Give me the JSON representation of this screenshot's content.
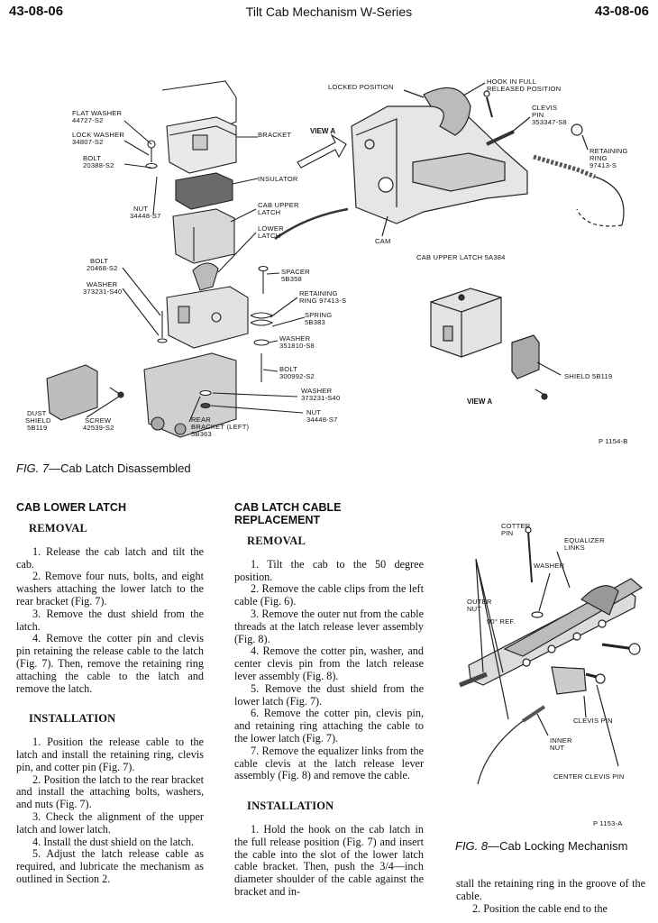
{
  "header": {
    "page_left": "43-08-06",
    "title": "Tilt Cab Mechanism   W-Series",
    "page_right": "43-08-06"
  },
  "fig7": {
    "labels": {
      "flat_washer": "FLAT WASHER",
      "flat_washer_pn": "44727-S2",
      "lock_washer": "LOCK WASHER",
      "lock_washer_pn": "34807-S2",
      "bolt1": "BOLT",
      "bolt1_pn": "20388-S2",
      "bracket": "BRACKET",
      "view_a": "VIEW A",
      "insulator": "INSULATOR",
      "nut1": "NUT",
      "nut1_pn": "34448-S7",
      "cab_upper_latch_1": "CAB UPPER",
      "cab_upper_latch_2": "LATCH",
      "lower_latch_1": "LOWER",
      "lower_latch_2": "LATCH",
      "bolt2": "BOLT",
      "bolt2_pn": "20468-S2",
      "washer1": "WASHER",
      "washer1_pn": "373231-S40",
      "spacer": "SPACER",
      "spacer_pn": "5B358",
      "retaining_ring": "RETAINING",
      "retaining_ring_pn": "RING 97413-S",
      "spring": "SPRING",
      "spring_pn": "5B383",
      "washer2": "WASHER",
      "washer2_pn": "351810-S8",
      "bolt3": "BOLT",
      "bolt3_pn": "300992-S2",
      "washer3": "WASHER",
      "washer3_pn": "373231-S40",
      "nut2": "NUT",
      "nut2_pn": "34448-S7",
      "dust_shield_1": "DUST",
      "dust_shield_2": "SHIELD",
      "dust_shield_pn": "5B119",
      "screw": "SCREW",
      "screw_pn": "42539-S2",
      "rear_bracket_1": "REAR",
      "rear_bracket_2": "BRACKET (LEFT)",
      "rear_bracket_pn": "5B363",
      "locked_position": "LOCKED POSITION",
      "hook_full_1": "HOOK IN FULL",
      "hook_full_2": "RELEASED POSITION",
      "clevis_pin": "CLEVIS",
      "clevis_pin_2": "PIN",
      "clevis_pin_pn": "353347-S8",
      "retaining_ring2": "RETAINING",
      "retaining_ring2_b": "RING",
      "retaining_ring2_pn": "97413-S",
      "cam": "CAM",
      "cab_upper_latch_5a384": "CAB UPPER LATCH 5A384",
      "shield_5b119": "SHIELD 5B119",
      "view_a_2": "VIEW A",
      "code": "P 1154-B"
    },
    "caption_prefix": "FIG. 7",
    "caption_text": "—Cab Latch Disassembled"
  },
  "fig8": {
    "labels": {
      "cotter_pin_1": "COTTER",
      "cotter_pin_2": "PIN",
      "equalizer_1": "EQUALIZER",
      "equalizer_2": "LINKS",
      "washer": "WASHER",
      "outer_nut_1": "OUTER",
      "outer_nut_2": "NUT",
      "ref_90": "90° REF.",
      "clevis_pin": "CLEVIS PIN",
      "inner_nut_1": "INNER",
      "inner_nut_2": "NUT",
      "center_clevis_pin": "CENTER CLEVIS PIN",
      "code": "P 1153-A"
    },
    "caption_prefix": "FIG. 8",
    "caption_text": "—Cab Locking Mechanism"
  },
  "col1": {
    "heading": "CAB LOWER LATCH",
    "removal": "REMOVAL",
    "removal_steps": [
      "1. Release the cab latch and tilt the cab.",
      "2. Remove four nuts, bolts, and eight washers attaching the lower latch to the rear bracket (Fig. 7).",
      "3. Remove the dust shield from the latch.",
      "4. Remove the cotter pin and clevis pin retaining the release cable to the latch (Fig. 7). Then, remove the retaining ring attaching the cable to the latch and remove the latch."
    ],
    "installation": "INSTALLATION",
    "installation_steps": [
      "1. Position the release cable to the latch and install the retaining ring, clevis pin, and cotter pin (Fig. 7).",
      "2. Position the latch to the rear bracket and install the attaching bolts, washers, and nuts (Fig. 7).",
      "3. Check the alignment of the upper latch and lower latch.",
      "4. Install the dust shield on the latch.",
      "5. Adjust the latch release cable as required, and lubricate the mechanism as outlined in Section 2."
    ]
  },
  "col2": {
    "heading_1": "CAB LATCH CABLE",
    "heading_2": "REPLACEMENT",
    "removal": "REMOVAL",
    "removal_steps": [
      "1. Tilt the cab to the 50 degree position.",
      "2. Remove the cable clips from the left cable (Fig. 6).",
      "3. Remove the outer nut from the cable threads at the latch release lever assembly (Fig. 8).",
      "4. Remove the cotter pin, washer, and center clevis pin from the latch release lever assembly (Fig. 8).",
      "5. Remove the dust shield from the lower latch (Fig. 7).",
      "6. Remove the cotter pin, clevis pin, and retaining ring attaching the cable to the lower latch (Fig. 7).",
      "7. Remove the equalizer links from the cable clevis at the latch release lever assembly (Fig. 8) and remove the cable."
    ],
    "installation": "INSTALLATION",
    "installation_steps": [
      "1. Hold the hook on the cab latch in the full release position (Fig. 7) and insert the cable into the slot of the lower latch cable bracket. Then, push the 3/4—inch diameter shoulder of the cable against the bracket and in-"
    ]
  },
  "col3": {
    "steps": [
      "stall the retaining ring in the groove of the cable.",
      "2. Position the cable end to the"
    ]
  }
}
